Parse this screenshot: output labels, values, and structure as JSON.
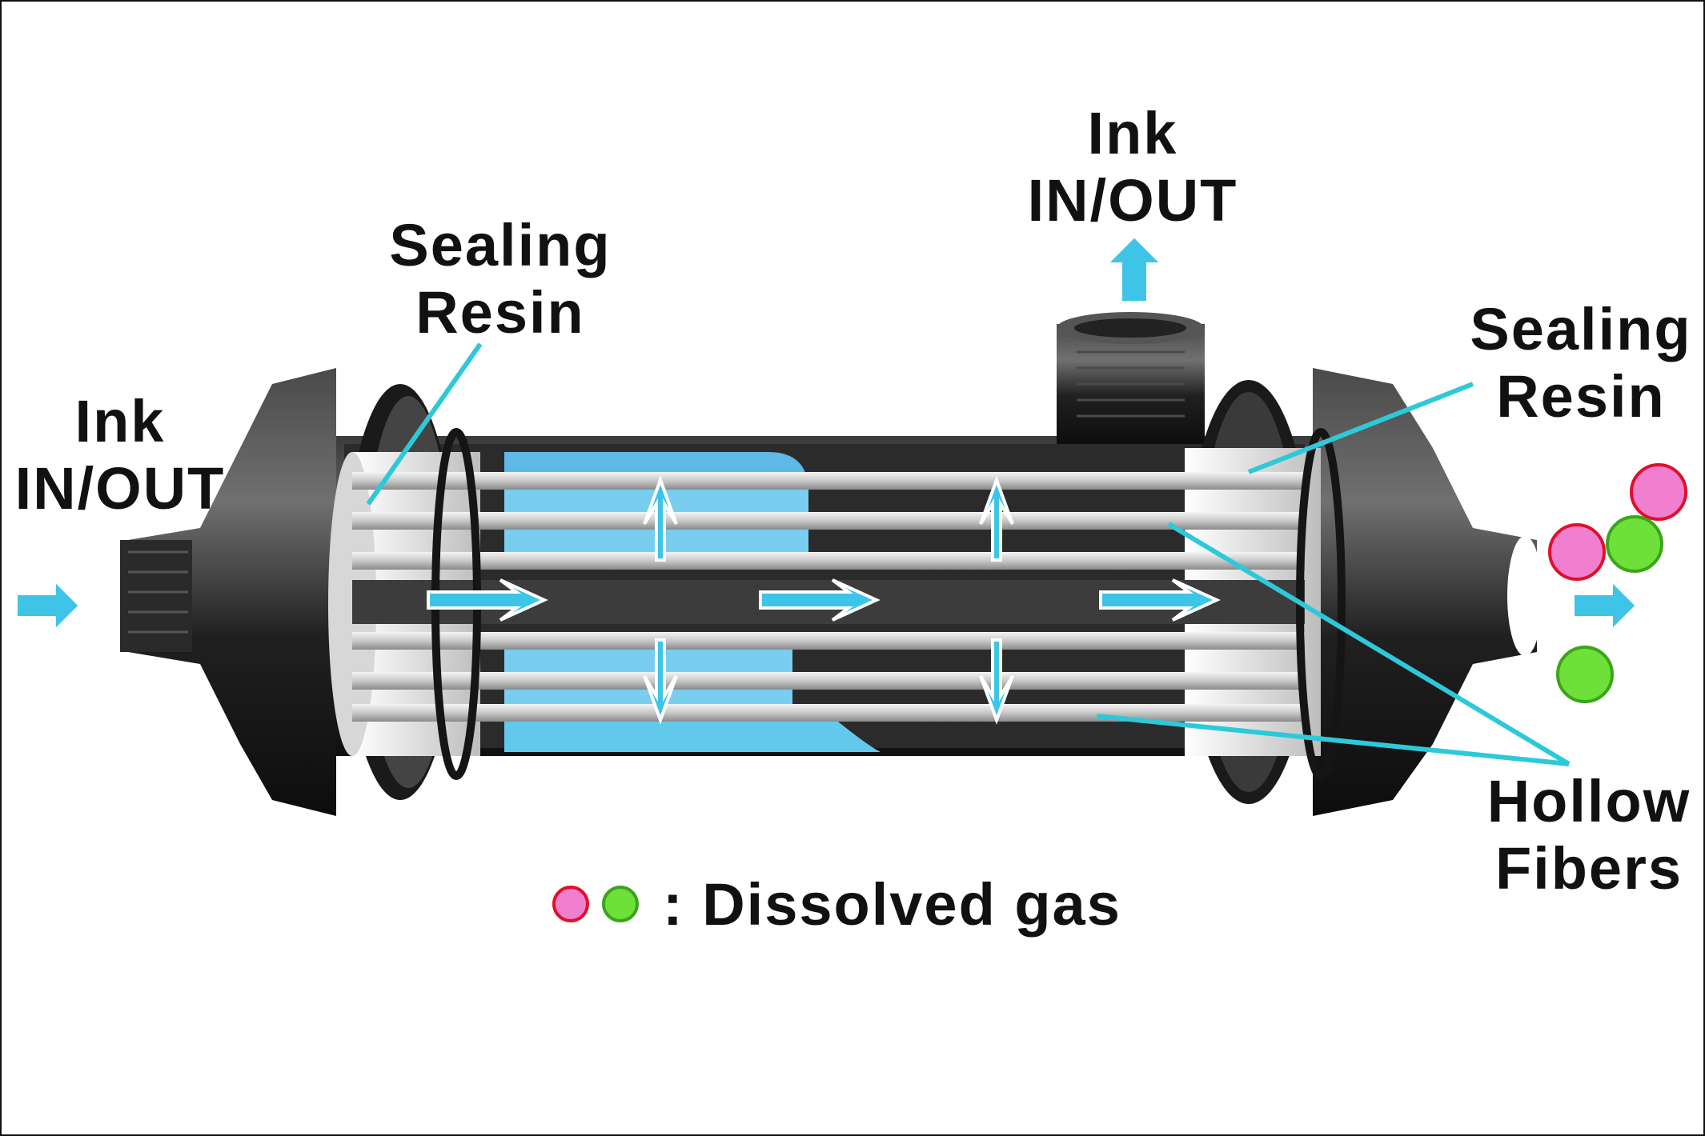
{
  "labels": {
    "ink_left": [
      "Ink",
      "IN/OUT"
    ],
    "ink_top": [
      "Ink",
      "IN/OUT"
    ],
    "resin_left": [
      "Sealing",
      "Resin"
    ],
    "resin_right": [
      "Sealing",
      "Resin"
    ],
    "fibers": [
      "Hollow",
      "Fibers"
    ]
  },
  "legend": {
    "text": ": Dissolved gas",
    "gas_colors": [
      "#f07fd0",
      "#6fe03a"
    ]
  },
  "colors": {
    "arrow": "#3ec4e6",
    "housing": "#1f1f1f",
    "fiber": "#d8d8d8",
    "ink": "#63c9ec",
    "gas_outline_pink": "#e0102a",
    "gas_outline_green": "#3aa51a"
  }
}
